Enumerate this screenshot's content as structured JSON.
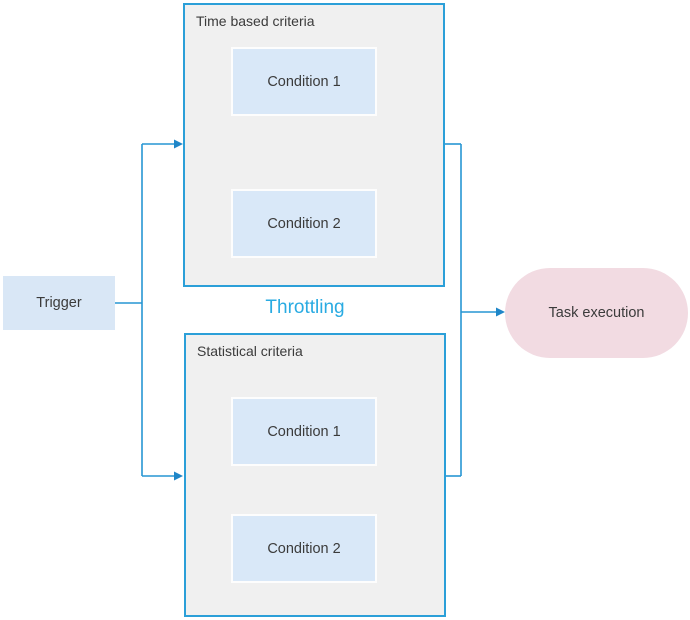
{
  "diagram": {
    "trigger": {
      "label": "Trigger"
    },
    "throttling_label": "Throttling",
    "groups": [
      {
        "title": "Time based criteria",
        "conditions": [
          {
            "label": "Condition 1"
          },
          {
            "label": "Condition 2"
          }
        ]
      },
      {
        "title": "Statistical criteria",
        "conditions": [
          {
            "label": "Condition 1"
          },
          {
            "label": "Condition 2"
          }
        ]
      }
    ],
    "task_execution": {
      "label": "Task execution"
    }
  },
  "colors": {
    "connector": "#2796d3",
    "arrowhead": "#1f86c8",
    "container_border": "#2b9fd8",
    "container_fill": "#f0f0f0",
    "condition_fill": "#d9e8f8",
    "condition_border": "#fdfdfd",
    "trigger_fill": "#d9e7f6",
    "task_fill": "#f2dbe2",
    "throttling_text": "#29abe2",
    "text": "#3b3b3b"
  }
}
